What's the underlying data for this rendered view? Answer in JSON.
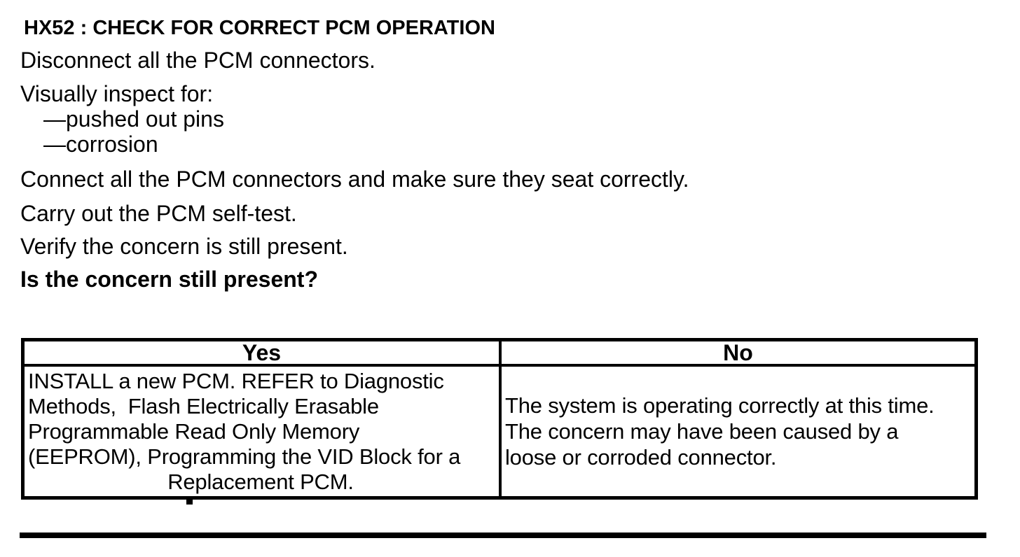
{
  "colors": {
    "text": "#000000",
    "background": "#ffffff",
    "table_border": "#000000"
  },
  "document": {
    "heading": "HX52 : CHECK FOR CORRECT PCM OPERATION",
    "paragraphs": [
      "Disconnect all the PCM connectors.",
      "Visually inspect for:",
      "—pushed out pins",
      "—corrosion",
      "Connect all the PCM connectors and make sure they seat correctly.",
      "Carry out the PCM self-test.",
      "Verify the concern is still present.",
      "Is the concern still present?"
    ]
  },
  "decision_table": {
    "yes_column": {
      "header": "Yes",
      "lines": [
        "INSTALL a new PCM. REFER to Diagnostic",
        "Methods,  Flash Electrically Erasable",
        "Programmable Read Only Memory",
        "(EEPROM), Programming the VID Block for a",
        "Replacement PCM."
      ]
    },
    "no_column": {
      "header": "No",
      "lines": [
        "The system is operating correctly at this time.",
        "The concern may have been caused by a",
        "loose or corroded connector."
      ]
    }
  }
}
